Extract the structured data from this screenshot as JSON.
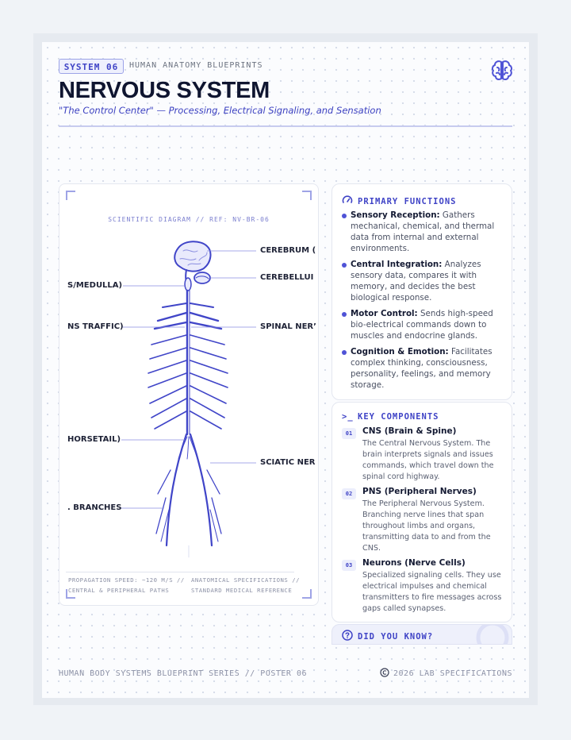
{
  "header": {
    "badge": "SYSTEM 06",
    "series": "HUMAN ANATOMY BLUEPRINTS",
    "title": "NERVOUS SYSTEM",
    "subtitle": "\"The Control Center\" — Processing, Electrical Signaling, and Sensation",
    "icon": "brain-icon"
  },
  "diagram": {
    "ref": "SCIENTIFIC DIAGRAM // REF: NV-BR-06",
    "labels": {
      "cerebrum": "CEREBRUM (",
      "cerebellum": "CEREBELLUI",
      "spinal_nerves": "SPINAL NERʼ",
      "sciatic": "SCIATIC NER",
      "medulla": "S/MEDULLA)",
      "traffic": "NS TRAFFIC)",
      "horsetail": "HORSETAIL)",
      "branches": ". BRANCHES"
    },
    "footer_left": [
      "PROPAGATION SPEED: ~120 M/S //",
      "CENTRAL & PERIPHERAL PATHS"
    ],
    "footer_right": [
      "ANATOMICAL SPECIFICATIONS //",
      "STANDARD MEDICAL REFERENCE"
    ]
  },
  "functions": {
    "heading": "PRIMARY FUNCTIONS",
    "items": [
      {
        "title": "Sensory Reception:",
        "text": " Gathers mechanical, chemical, and thermal data from internal and external environments."
      },
      {
        "title": "Central Integration:",
        "text": " Analyzes sensory data, compares it with memory, and decides the best biological response."
      },
      {
        "title": "Motor Control:",
        "text": " Sends high-speed bio-electrical commands down to muscles and endocrine glands."
      },
      {
        "title": "Cognition & Emotion:",
        "text": " Facilitates complex thinking, consciousness, personality, feelings, and memory storage."
      }
    ]
  },
  "components": {
    "heading": "KEY COMPONENTS",
    "items": [
      {
        "num": "01",
        "title": "CNS (Brain & Spine)",
        "text": "The Central Nervous System. The brain interprets signals and issues commands, which travel down the spinal cord highway."
      },
      {
        "num": "02",
        "title": "PNS (Peripheral Nerves)",
        "text": "The Peripheral Nervous System. Branching nerve lines that span throughout limbs and organs, transmitting data to and from the CNS."
      },
      {
        "num": "03",
        "title": "Neurons (Nerve Cells)",
        "text": "Specialized signaling cells. They use electrical impulses and chemical transmitters to fire messages across gaps called synapses."
      }
    ]
  },
  "did_you_know": {
    "heading": "DID YOU KNOW?"
  },
  "footer": {
    "left": "HUMAN BODY SYSTEMS BLUEPRINT SERIES // POSTER 06",
    "right": "2026 LAB SPECIFICATIONS",
    "copyright_icon": "copyright-icon"
  },
  "colors": {
    "accent": "#3f43c6",
    "nerve": "#4045c8",
    "title": "#0f1530"
  }
}
